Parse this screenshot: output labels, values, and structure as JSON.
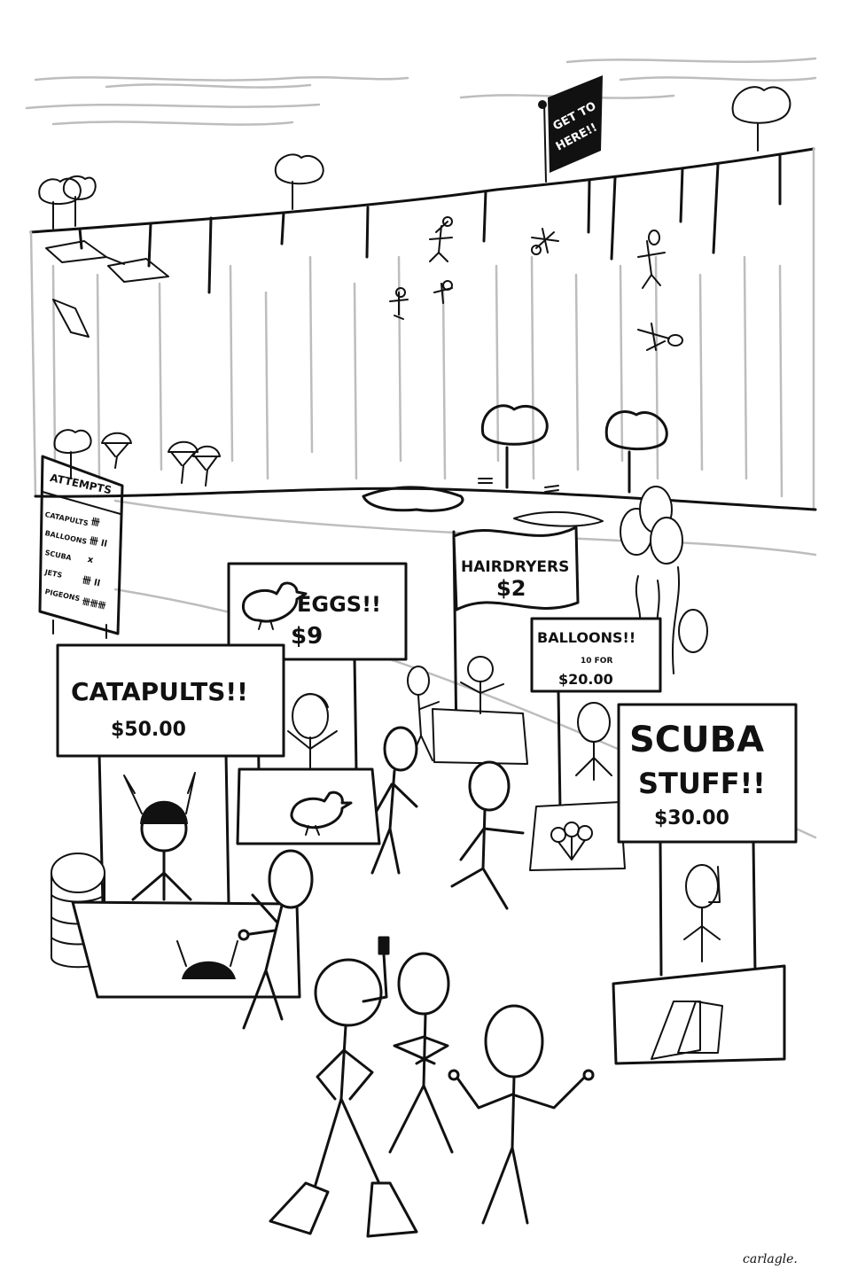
{
  "flag": {
    "line1": "GET TO",
    "line2": "HERE!!"
  },
  "attempts_board": {
    "title": "ATTEMPTS",
    "rows": [
      {
        "label": "CATAPULTS",
        "tally": "卌"
      },
      {
        "label": "BALLOONS",
        "tally": "卌 ll"
      },
      {
        "label": "SCUBA",
        "tally": "x"
      },
      {
        "label": "JETS",
        "tally": "卌 ll"
      },
      {
        "label": "PIGEONS",
        "tally": "卌卌卌"
      }
    ]
  },
  "signs": {
    "catapults": {
      "line1": "CATAPULTS!!",
      "line2": "$50.00"
    },
    "eggs": {
      "line1": "EGGS!!",
      "line2": "$9"
    },
    "hairdryers": {
      "line1": "HAIRDRYERS",
      "line2": "$2"
    },
    "balloons": {
      "line1": "BALLOONS!!",
      "line2": "10 FOR",
      "line3": "$20.00"
    },
    "scuba": {
      "line1": "SCUBA",
      "line2": "STUFF!!",
      "line3": "$30.00"
    }
  },
  "signature": "carlagle."
}
